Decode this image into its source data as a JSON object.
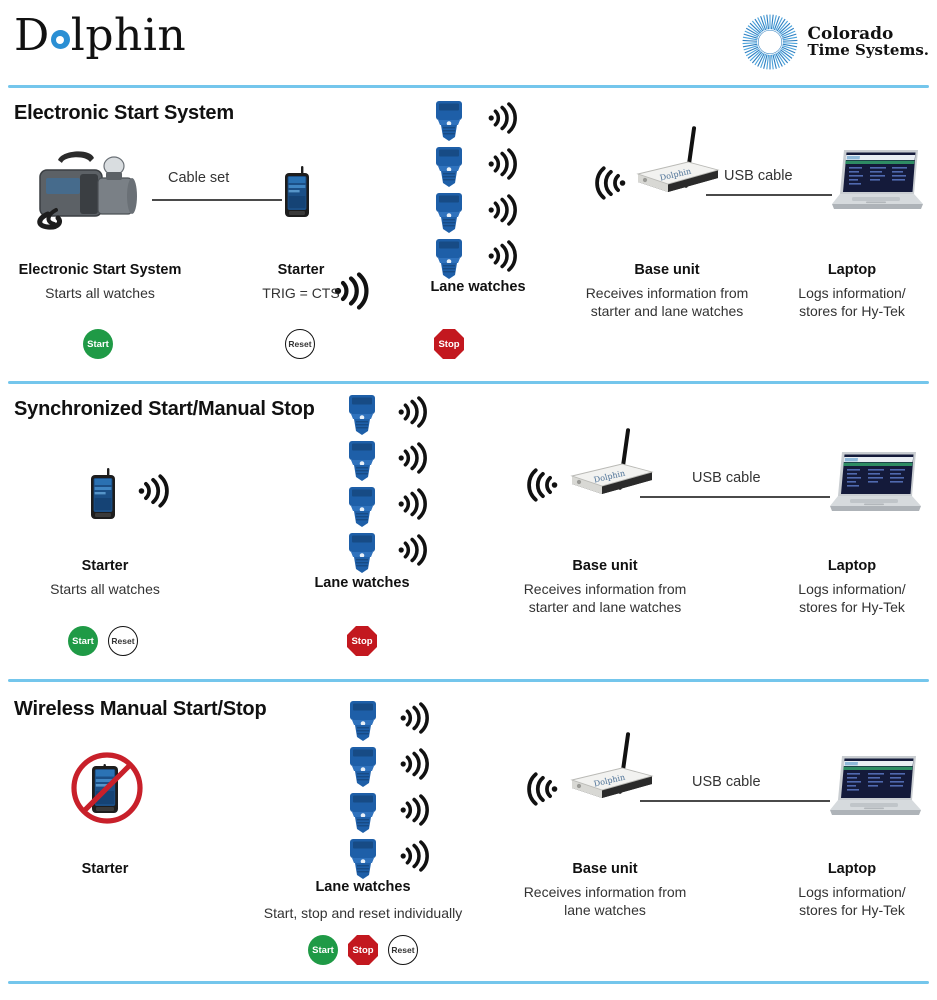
{
  "header": {
    "dolphin_pre": "D",
    "dolphin_post": "lphin",
    "brand_line1": "Colorado",
    "brand_line2": "Time Systems.",
    "logo_icon": "cts-sunburst-logo",
    "accent_color": "#74c6ec",
    "dolphin_ring_color": "#2a8fd4"
  },
  "badges": {
    "start": "Start",
    "stop": "Stop",
    "reset": "Reset",
    "start_color": "#1f9a46",
    "stop_color": "#c3181f",
    "reset_color": "#ffffff"
  },
  "labels": {
    "usb_cable": "USB cable",
    "cable_set": "Cable set",
    "base_unit": "Base unit",
    "laptop": "Laptop",
    "starter": "Starter",
    "lane_watches": "Lane watches",
    "electronic_start_system": "Electronic Start System",
    "logs_info_l1": "Logs information/",
    "logs_info_l2": "stores for Hy-Tek",
    "receives_l1": "Receives information from",
    "receives_starter_lane": "starter and lane watches",
    "receives_lane": "lane watches",
    "starts_all_watches": "Starts all watches",
    "trig_cts": "TRIG = CTS",
    "start_stop_reset_individually": "Start, stop and reset individually"
  },
  "sections": [
    {
      "id": "electronic-start-system",
      "title": "Electronic Start System",
      "nodes": {
        "ess": {
          "label": "Electronic Start System",
          "sub": "Starts all watches"
        },
        "starter": {
          "label": "Starter",
          "sub": "TRIG = CTS"
        },
        "lane_watches": {
          "label": "Lane watches",
          "sub": ""
        },
        "base_unit": {
          "label": "Base unit",
          "sub_l1": "Receives information from",
          "sub_l2": "starter and lane watches"
        },
        "laptop": {
          "label": "Laptop",
          "sub_l1": "Logs information/",
          "sub_l2": "stores for Hy-Tek"
        }
      },
      "wires": [
        {
          "name": "cable-set",
          "label": "Cable set"
        },
        {
          "name": "usb-cable",
          "label": "USB cable"
        }
      ],
      "badges": [
        "Start",
        "Reset",
        "Stop"
      ],
      "lane_watch_count": 4
    },
    {
      "id": "synchronized-start-manual-stop",
      "title": "Synchronized Start/Manual Stop",
      "nodes": {
        "starter": {
          "label": "Starter",
          "sub": "Starts all watches"
        },
        "lane_watches": {
          "label": "Lane watches",
          "sub": ""
        },
        "base_unit": {
          "label": "Base unit",
          "sub_l1": "Receives information from",
          "sub_l2": "starter and lane watches"
        },
        "laptop": {
          "label": "Laptop",
          "sub_l1": "Logs information/",
          "sub_l2": "stores for Hy-Tek"
        }
      },
      "wires": [
        {
          "name": "usb-cable",
          "label": "USB cable"
        }
      ],
      "badges": [
        "Start",
        "Reset",
        "Stop"
      ],
      "lane_watch_count": 4
    },
    {
      "id": "wireless-manual-start-stop",
      "title": "Wireless Manual Start/Stop",
      "nodes": {
        "starter": {
          "label": "Starter",
          "sub": ""
        },
        "lane_watches": {
          "label": "Lane watches",
          "sub": "Start, stop and reset individually"
        },
        "base_unit": {
          "label": "Base unit",
          "sub_l1": "Receives information from",
          "sub_l2": "lane watches"
        },
        "laptop": {
          "label": "Laptop",
          "sub_l1": "Logs information/",
          "sub_l2": "stores for Hy-Tek"
        }
      },
      "wires": [
        {
          "name": "usb-cable",
          "label": "USB cable"
        }
      ],
      "badges": [
        "Start",
        "Stop",
        "Reset"
      ],
      "lane_watch_count": 4,
      "starter_disabled": true
    }
  ]
}
